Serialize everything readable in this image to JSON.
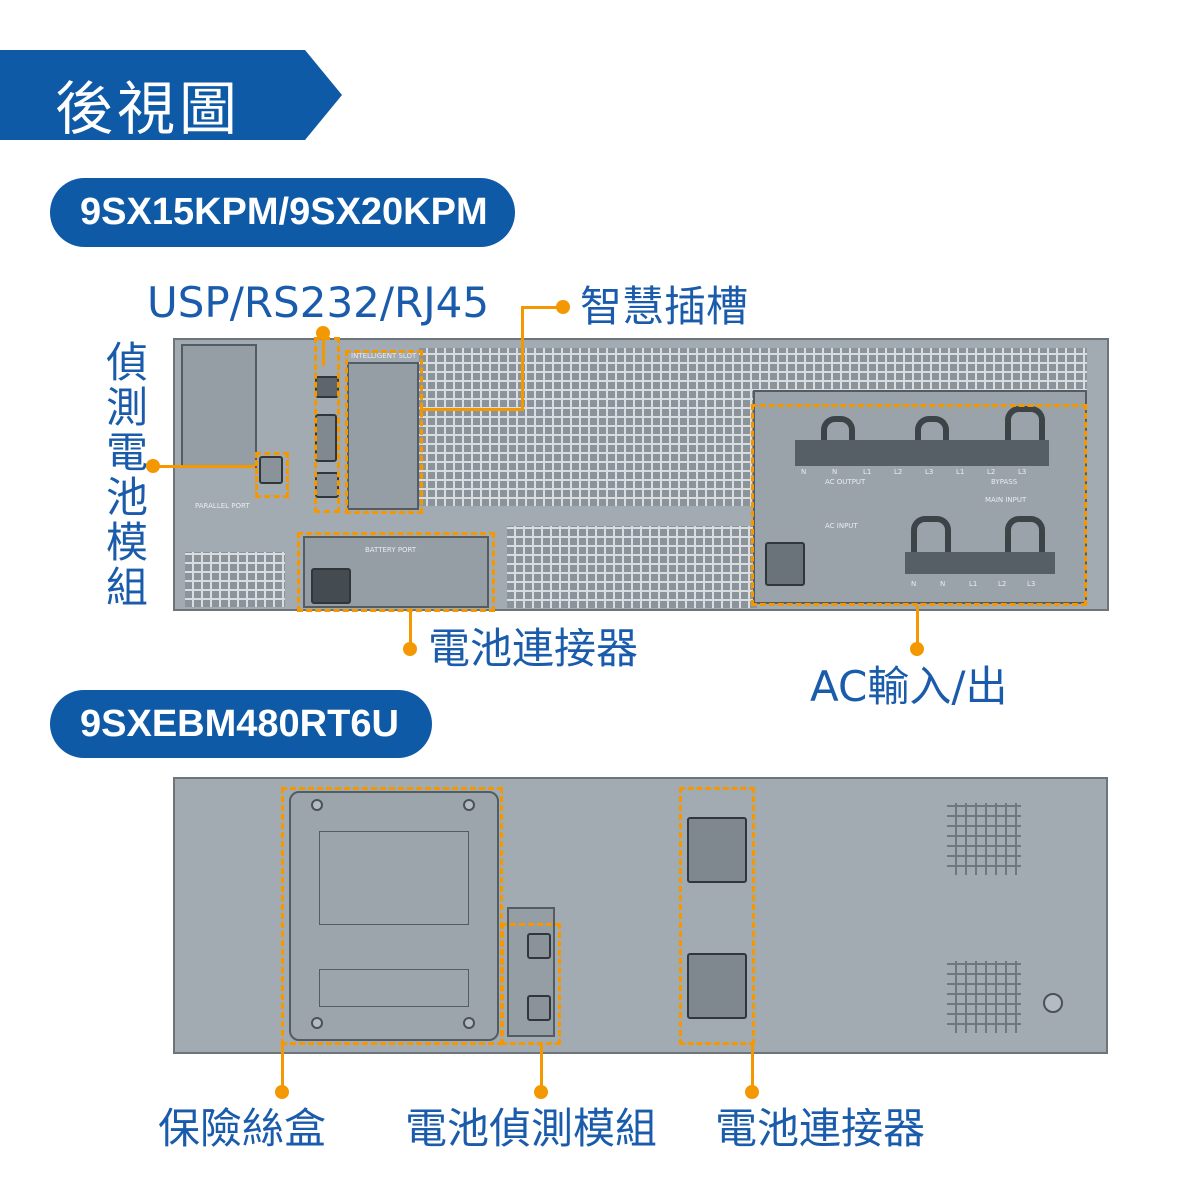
{
  "header": {
    "title": "後視圖"
  },
  "models": [
    {
      "name": "9SX15KPM/9SX20KPM"
    },
    {
      "name": "9SXEBM480RT6U"
    }
  ],
  "callouts_top": {
    "comm_ports": "USP/RS232/RJ45",
    "intelligent_slot": "智慧插槽",
    "battery_detection": "偵測電池模組",
    "battery_connector": "電池連接器",
    "ac_io": "AC輸入/出"
  },
  "panel_labels": {
    "intelligent_slot": "INTELLIGENT SLOT",
    "parallel_port": "PARALLEL PORT",
    "battery_port": "BATTERY PORT",
    "ac_output": "AC OUTPUT",
    "ac_input": "AC INPUT",
    "bypass": "BYPASS",
    "main_input": "MAIN INPUT",
    "terminals_out": [
      "N",
      "N",
      "L1",
      "L2",
      "L3",
      "L1",
      "L2",
      "L3"
    ],
    "terminals_in": [
      "N",
      "N",
      "L1",
      "L2",
      "L3"
    ]
  },
  "callouts_bottom": {
    "fuse_box": "保險絲盒",
    "battery_detection": "電池偵測模組",
    "battery_connector": "電池連接器"
  },
  "colors": {
    "brand_blue": "#0e5aa7",
    "highlight_orange": "#f39800",
    "panel_gray": "#a2abb2"
  }
}
